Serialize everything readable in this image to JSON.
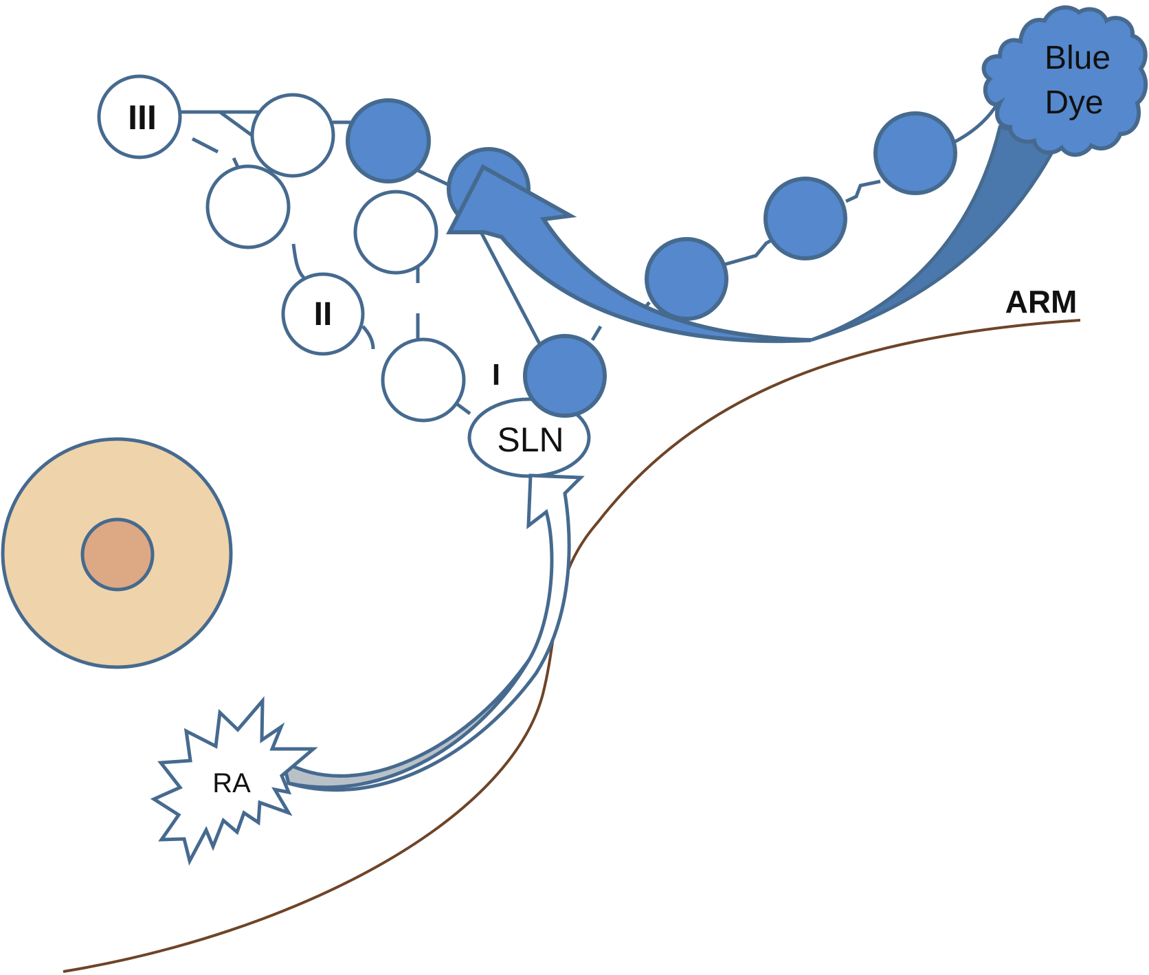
{
  "diagram": {
    "title": "Sentinel lymph node mapping with blue dye",
    "colors": {
      "outline": "#466a8f",
      "blue_node": "#5588cc",
      "blue_arrow_dark": "#4a78ad",
      "areola": "#efd3aa",
      "nipple": "#dda884",
      "arm_line": "#6e4428",
      "ra_arrow_fill": "#b9c1c8"
    },
    "labels": {
      "level_1": "I",
      "level_2": "II",
      "level_3": "III",
      "sentinel_node": "SLN",
      "blue_dye_line1": "Blue",
      "blue_dye_line2": "Dye",
      "arm": "ARM",
      "radioactive": "RA"
    },
    "nodes": {
      "empty_count": 6,
      "blue_count": 6
    }
  }
}
